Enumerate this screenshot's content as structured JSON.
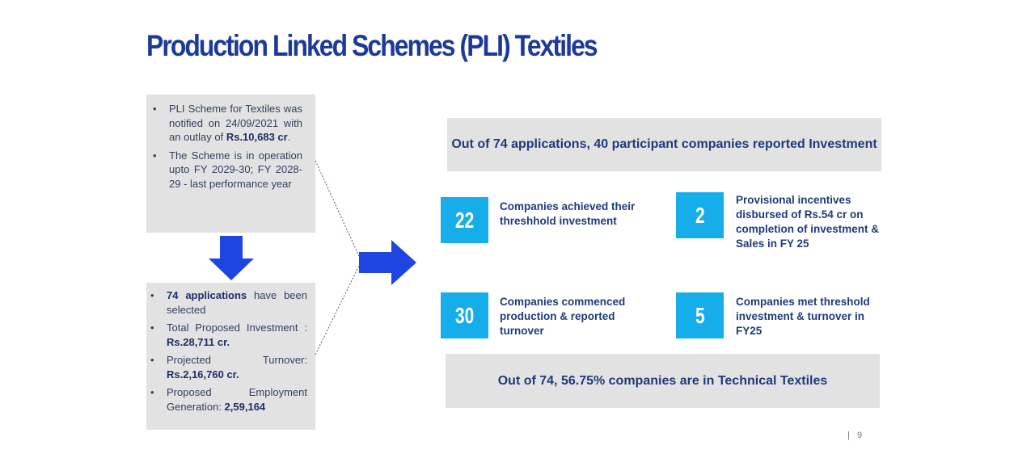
{
  "title": "Production Linked Schemes (PLI) Textiles",
  "box1": {
    "b1_pre": "PLI Scheme for Textiles was notified on 24/09/2021 with an outlay of ",
    "b1_bold": "Rs.10,683 cr",
    "b1_post": ".",
    "b2": "The Scheme is in operation upto FY 2029-30; FY 2028-29 - last performance year"
  },
  "box2": {
    "b1_bold": "74 applications",
    "b1_post": " have been selected",
    "b2_pre": "Total Proposed Investment : ",
    "b2_bold": "Rs.28,711 cr.",
    "b3_pre": "Projected Turnover: ",
    "b3_bold": "Rs.2,16,760 cr.",
    "b4_pre": "Proposed Employment Generation: ",
    "b4_bold": "2,59,164"
  },
  "top_banner": "Out of 74 applications, 40 participant companies reported Investment",
  "stats": [
    {
      "value": "22",
      "label": "Companies achieved their threshhold investment"
    },
    {
      "value": "2",
      "label": "Provisional incentives disbursed of Rs.54 cr on completion of investment & Sales in FY 25"
    },
    {
      "value": "30",
      "label": "Companies commenced production & reported turnover"
    },
    {
      "value": "5",
      "label": "Companies met threshold investment & turnover in FY25"
    }
  ],
  "bottom_banner": "Out of 74, 56.75% companies are in Technical Textiles",
  "page_number": "|   9",
  "colors": {
    "title": "#1d3a9a",
    "arrow": "#1f45e0",
    "number_box": "#16aeea",
    "panel": "#e2e2e2"
  }
}
